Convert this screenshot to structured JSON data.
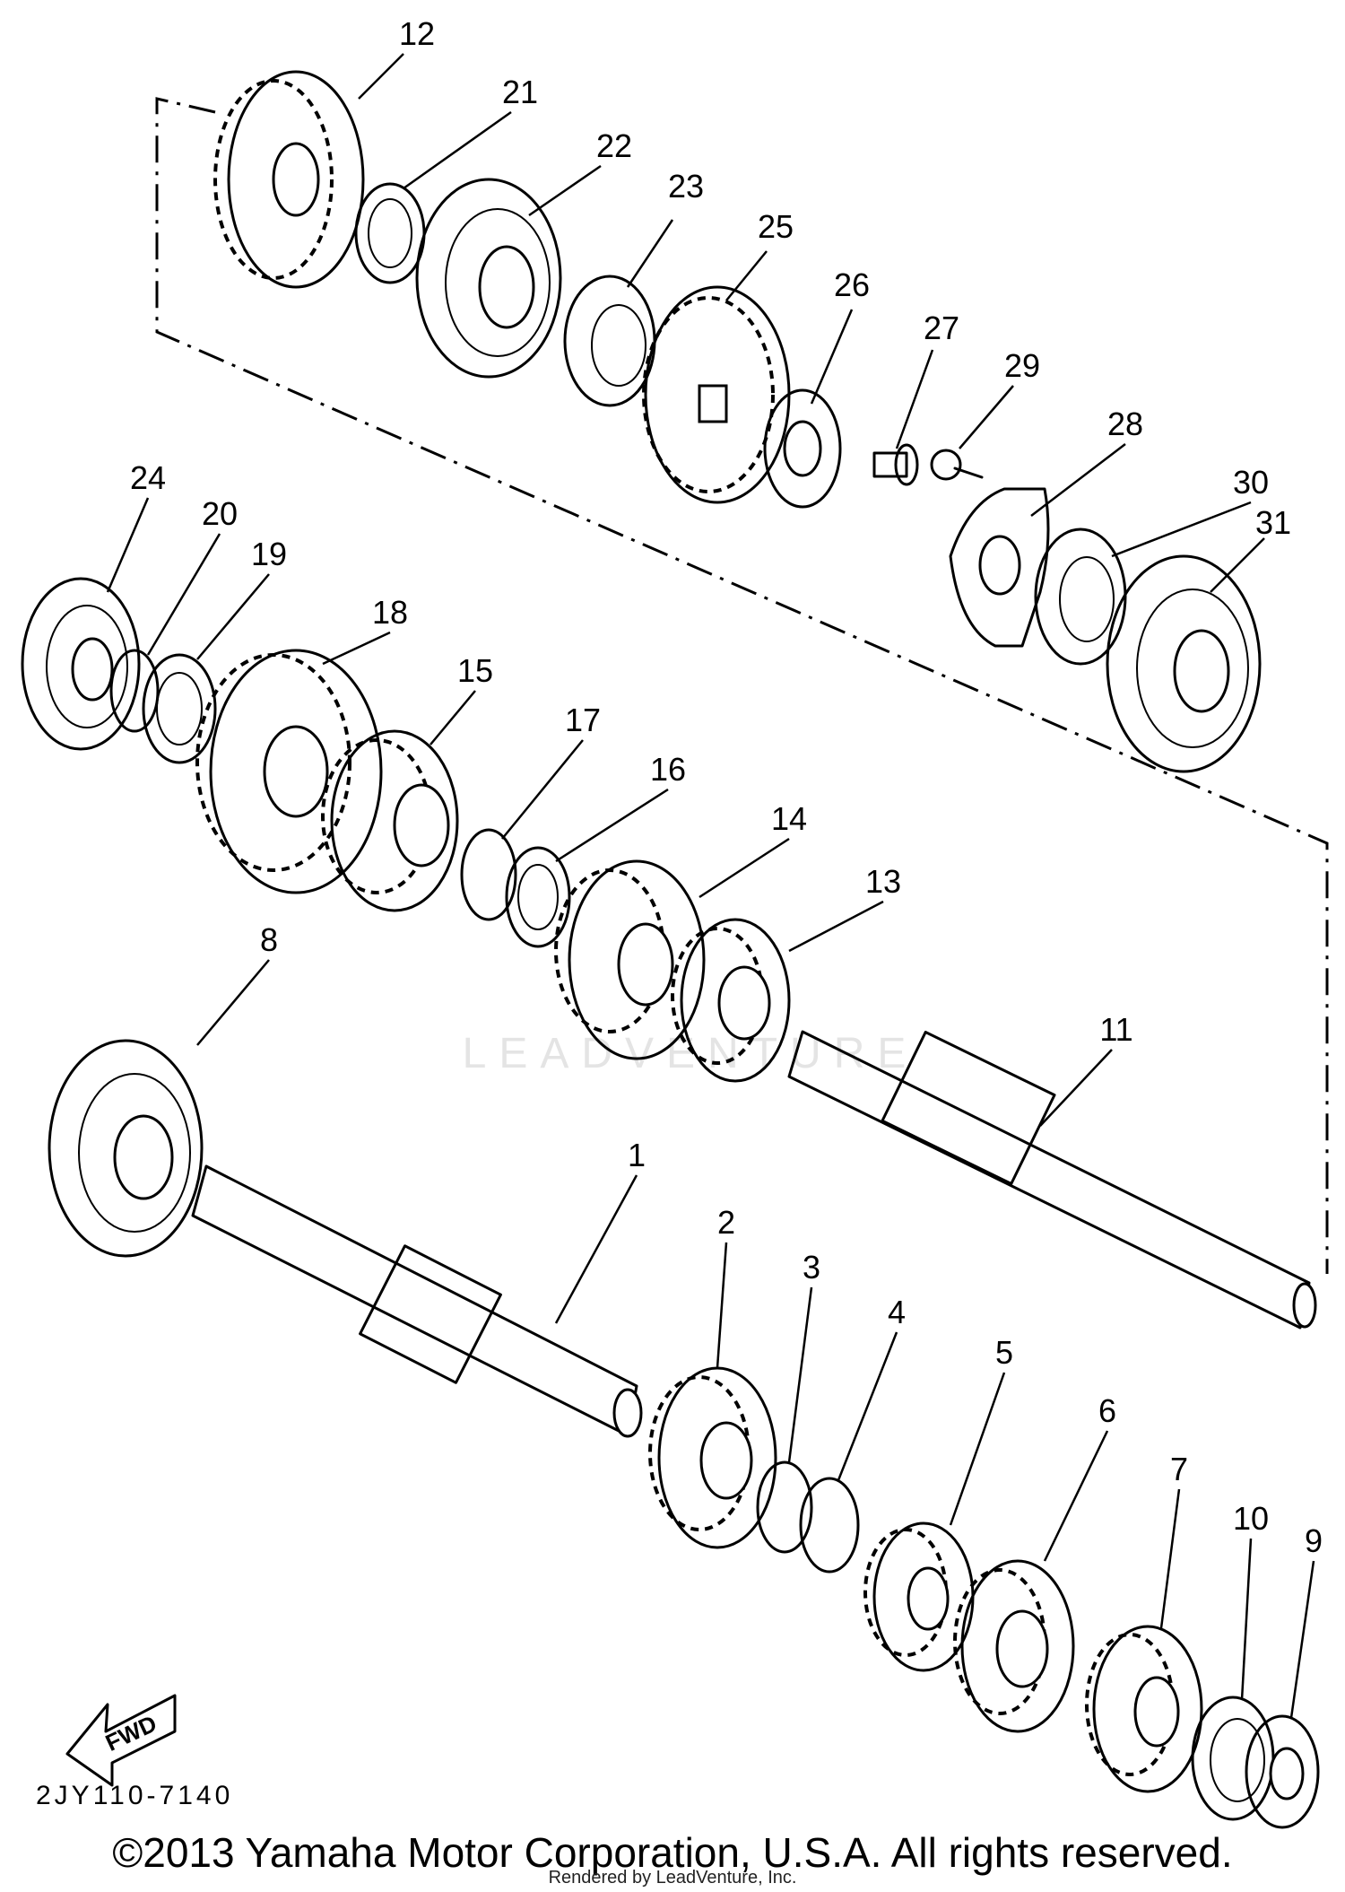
{
  "diagram": {
    "code": "2JY110-7140",
    "fwd_label": "FWD",
    "watermark": "LEADVENTURE",
    "copyright": "©2013 Yamaha Motor Corporation, U.S.A. All rights reserved.",
    "rendered_by": "Rendered by LeadVenture, Inc."
  },
  "callouts": [
    "1",
    "2",
    "3",
    "4",
    "5",
    "6",
    "7",
    "8",
    "9",
    "10",
    "11",
    "12",
    "13",
    "14",
    "15",
    "16",
    "17",
    "18",
    "19",
    "20",
    "21",
    "22",
    "23",
    "24",
    "25",
    "26",
    "27",
    "28",
    "29",
    "30",
    "31"
  ]
}
